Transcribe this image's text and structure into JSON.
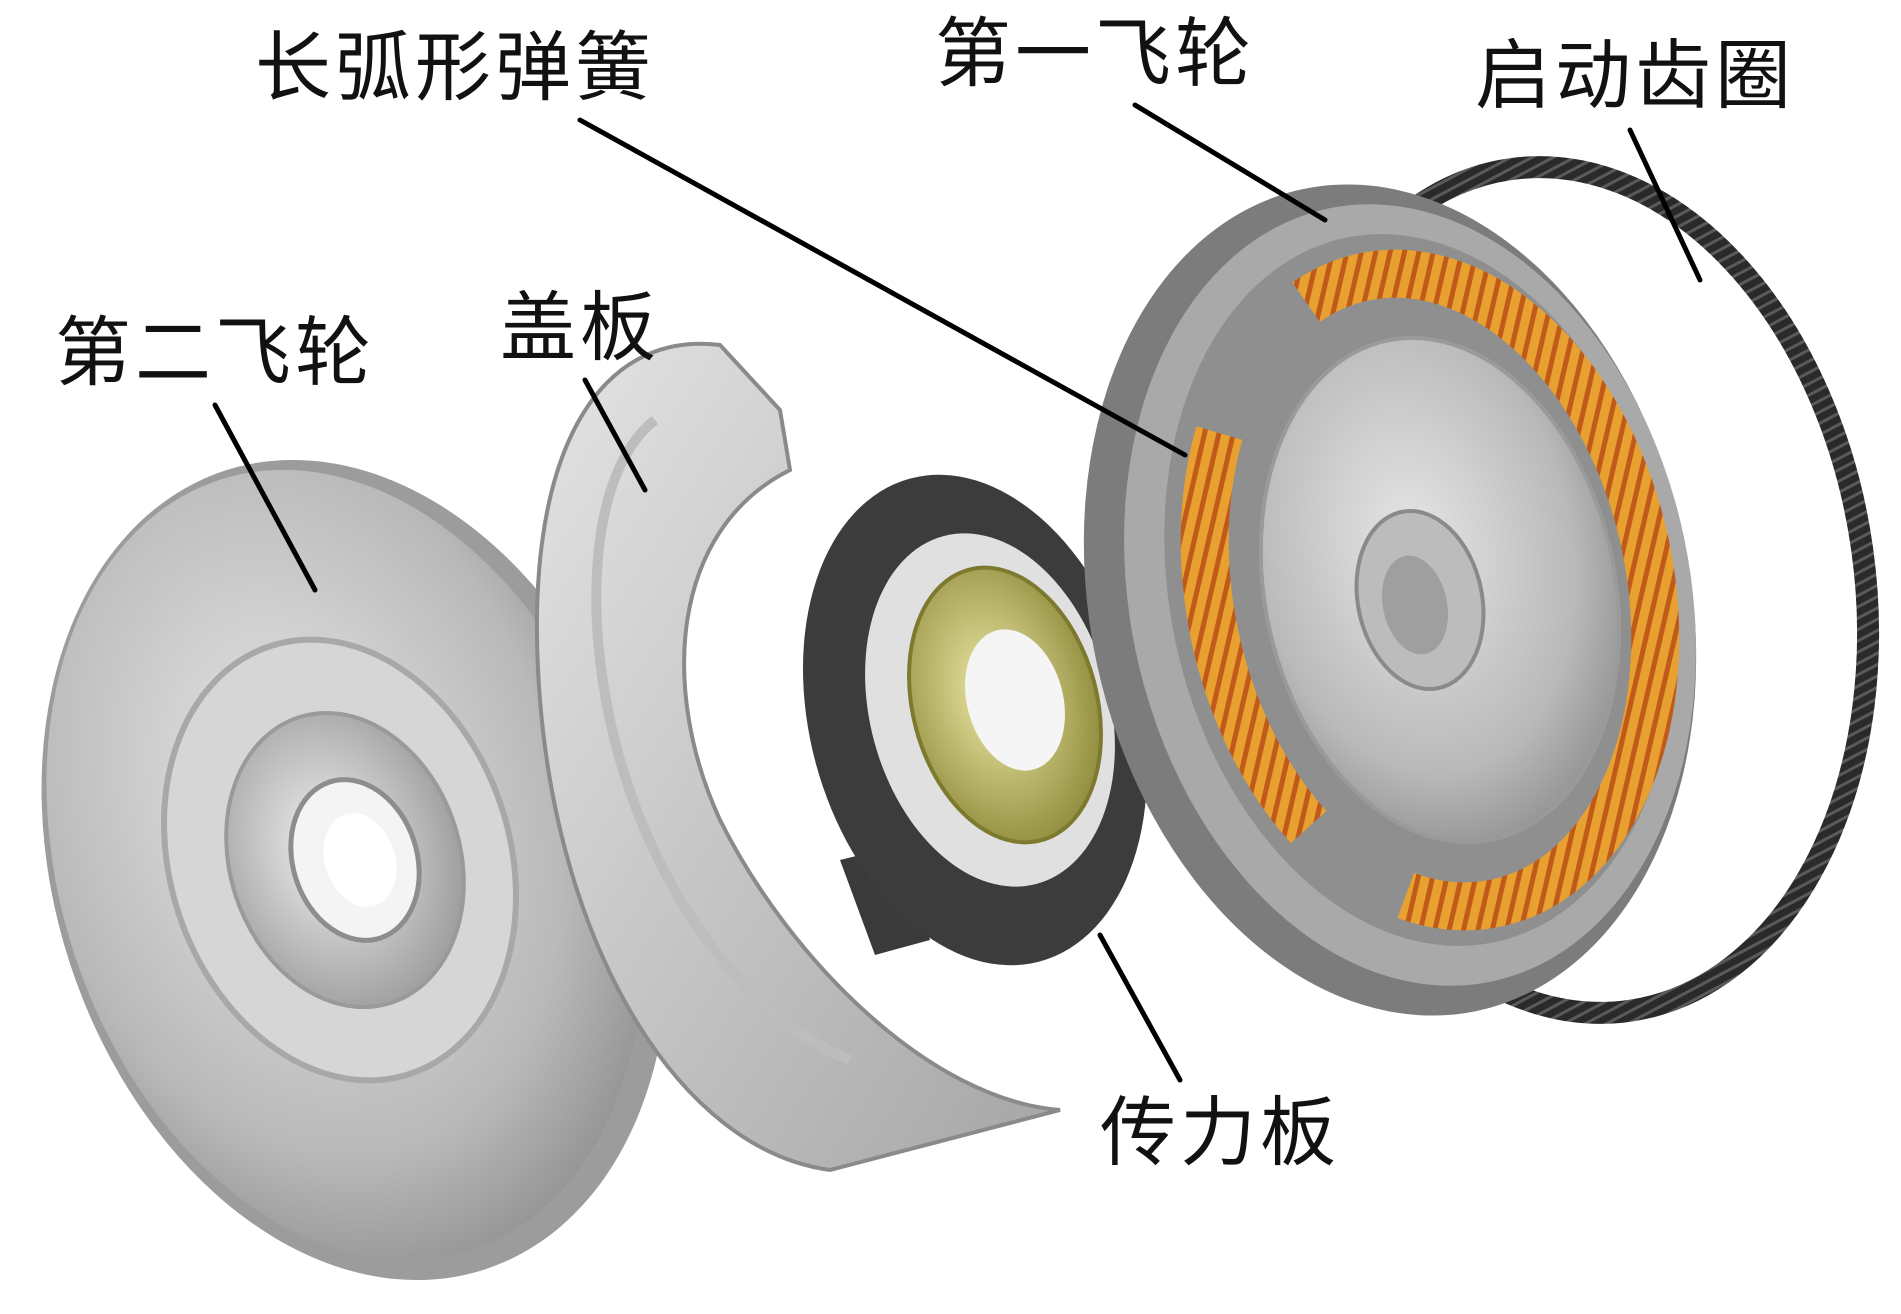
{
  "diagram": {
    "labels": {
      "long_arc_spring": "长弧形弹簧",
      "first_flywheel": "第一飞轮",
      "starter_ring_gear": "启动齿圈",
      "second_flywheel": "第二飞轮",
      "cover_plate": "盖板",
      "drive_plate": "传力板"
    },
    "colors": {
      "metal": "#c8c8c8",
      "metal_dark": "#8a8a8a",
      "spring": "#e8a030",
      "spring_dark": "#c05a18",
      "plate_dark": "#3c3c3c",
      "hub_gold": "#c9c46a",
      "ring_gear": "#2a2a2a"
    }
  }
}
